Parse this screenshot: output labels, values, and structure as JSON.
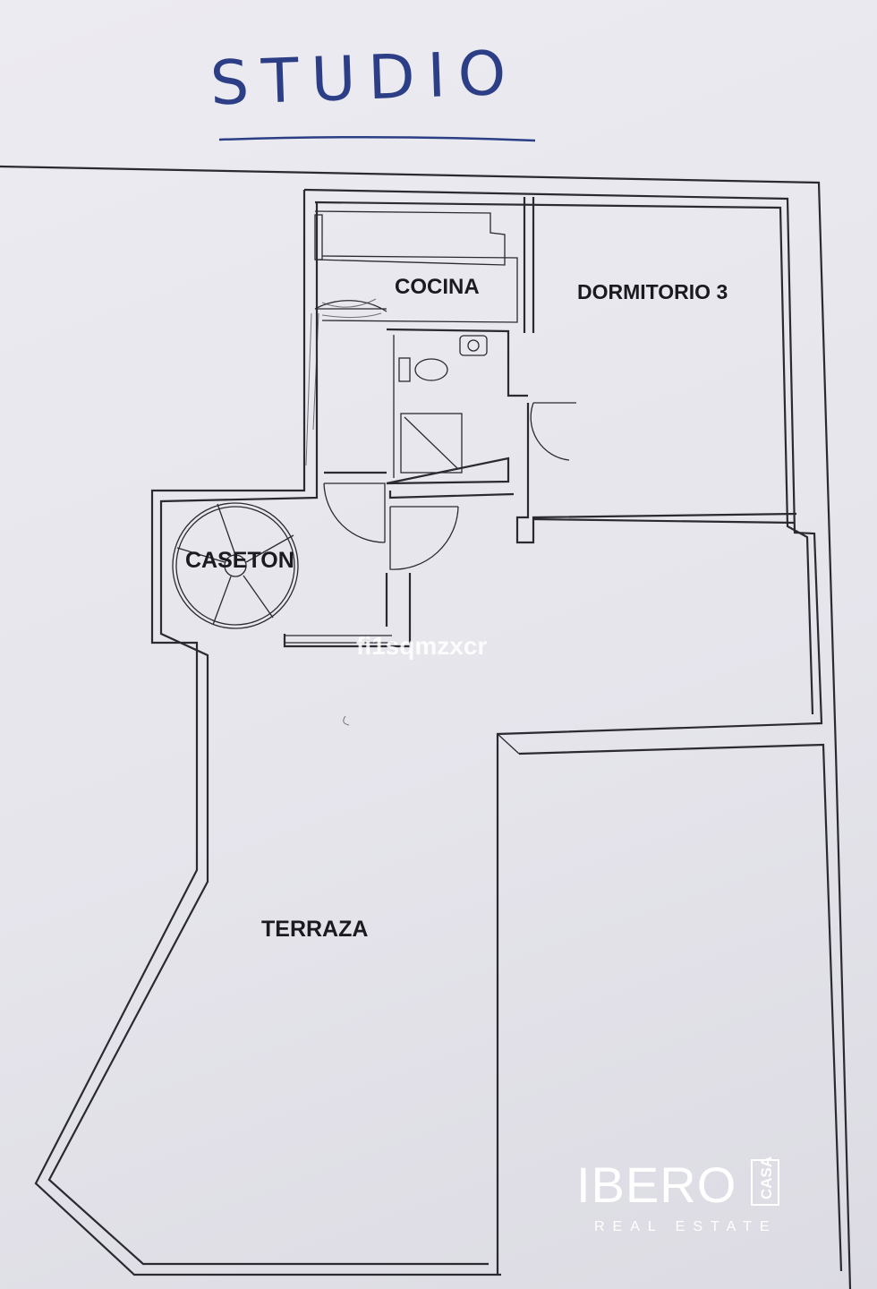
{
  "title": "STUDIO",
  "rooms": {
    "cocina": "COCINA",
    "dormitorio": "DORMITORIO 3",
    "caseton": "CASETON",
    "terraza": "TERRAZA"
  },
  "watermark": "fi1sqmzxcr",
  "brand": {
    "name": "IBERO",
    "box": "CASA",
    "tagline": "REAL ESTATE"
  },
  "colors": {
    "ink": "#2a2a30",
    "pen": "#2c3f86",
    "paper": "#e9e8ee"
  }
}
